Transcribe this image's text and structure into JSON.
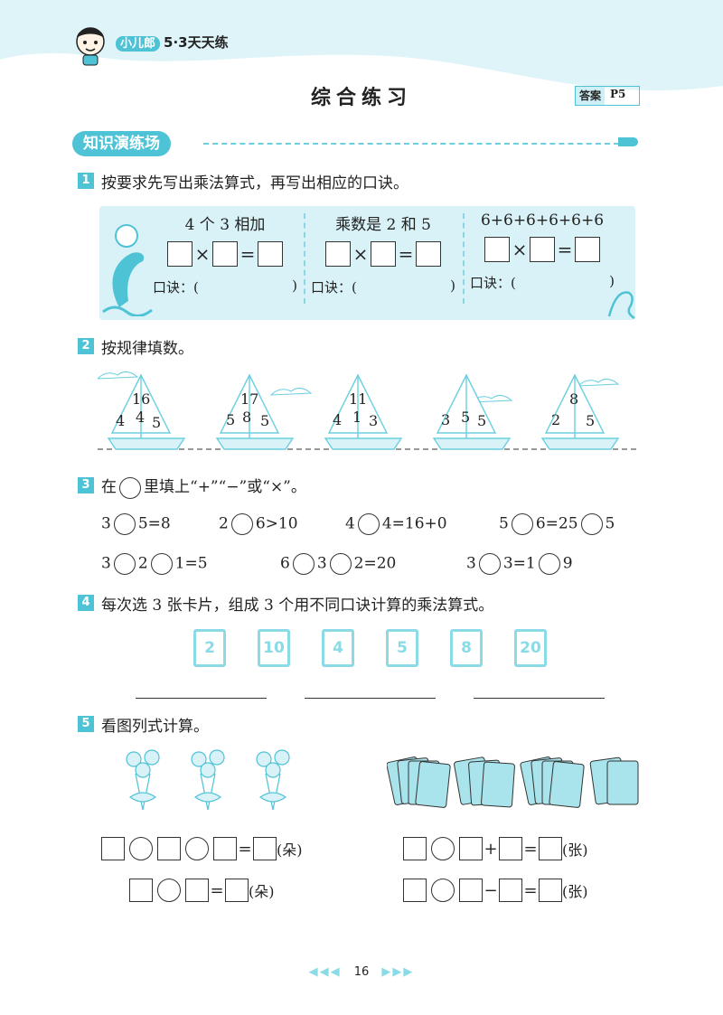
{
  "header": {
    "brand_logo": "小儿郎",
    "brand_series": "5·3天天练",
    "title": "综合练习",
    "answer_label": "答案",
    "answer_page": "P5"
  },
  "section_tag": "知识演练场",
  "q1": {
    "num": "1",
    "text": "按要求先写出乘法算式，再写出相应的口诀。",
    "columns": [
      {
        "head": "4 个 3 相加",
        "times": "×",
        "equals": "=",
        "koujue_label": "口诀：(",
        "koujue_close": ")"
      },
      {
        "head": "乘数是 2 和 5",
        "times": "×",
        "equals": "=",
        "koujue_label": "口诀：(",
        "koujue_close": ")"
      },
      {
        "head": "6+6+6+6+6+6",
        "times": "×",
        "equals": "=",
        "koujue_label": "口诀：(",
        "koujue_close": ")"
      }
    ]
  },
  "q2": {
    "num": "2",
    "text": "按规律填数。",
    "boats": [
      {
        "top": "16",
        "left": "4",
        "mid": "4",
        "right": "5"
      },
      {
        "top": "17",
        "left": "5",
        "mid": "8",
        "right": "5"
      },
      {
        "top": "11",
        "left": "4",
        "mid": "1",
        "right": "3"
      },
      {
        "top": "",
        "left": "3",
        "mid": "5",
        "right": "5"
      },
      {
        "top": "8",
        "left": "2",
        "mid": "",
        "right": "5"
      }
    ]
  },
  "q3": {
    "num": "3",
    "text_pre": "在",
    "text_post": "里填上“+”“−”或“×”。",
    "row1": [
      {
        "a": "3",
        "b": "5=8"
      },
      {
        "a": "2",
        "b": "6>10"
      },
      {
        "a": "4",
        "b": "4=16+0"
      },
      {
        "a": "5",
        "b": "6=25",
        "c": "5"
      }
    ],
    "row2": [
      {
        "a": "3",
        "b": "2",
        "c": "1=5"
      },
      {
        "a": "6",
        "b": "3",
        "c": "2=20"
      },
      {
        "a": "3",
        "b": "3=1",
        "c": "9"
      }
    ]
  },
  "q4": {
    "num": "4",
    "text": "每次选 3 张卡片，组成 3 个用不同口诀计算的乘法算式。",
    "cards": [
      "2",
      "10",
      "4",
      "5",
      "8",
      "20"
    ]
  },
  "q5": {
    "num": "5",
    "text": "看图列式计算。",
    "units": {
      "flower": "(朵)",
      "card": "(张)"
    },
    "ops": {
      "equals": "=",
      "plus": "+",
      "minus": "−"
    }
  },
  "footer": {
    "page": "16",
    "arrows_left": "◀◀◀",
    "arrows_right": "▶▶▶"
  },
  "colors": {
    "accent": "#4fc3d6",
    "light": "#d8f2f7"
  }
}
